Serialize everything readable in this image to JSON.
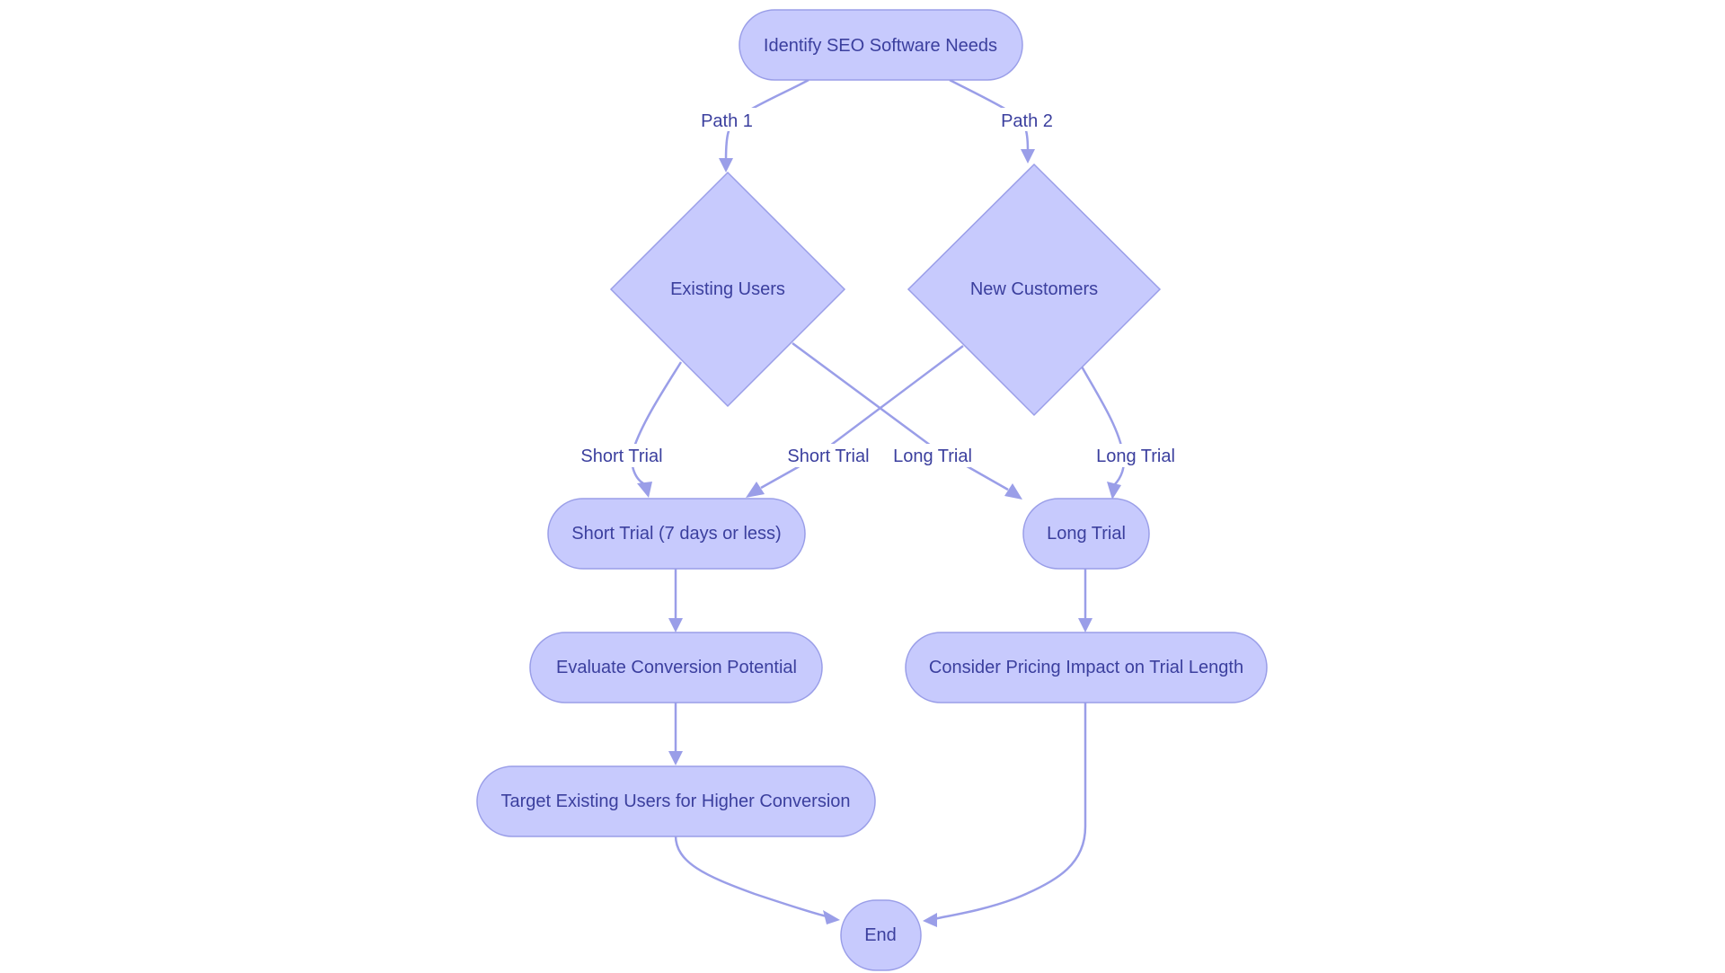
{
  "colors": {
    "node_fill": "#c7cafd",
    "node_stroke": "#9a9ee8",
    "edge": "#9a9ee8",
    "text": "#3b3f9e",
    "background": "#ffffff"
  },
  "nodes": {
    "identify": {
      "label": "Identify SEO Software Needs",
      "shape": "stadium"
    },
    "existing": {
      "label": "Existing Users",
      "shape": "diamond"
    },
    "new_customers": {
      "label": "New Customers",
      "shape": "diamond"
    },
    "short_trial": {
      "label": "Short Trial (7 days or less)",
      "shape": "stadium"
    },
    "long_trial": {
      "label": "Long Trial",
      "shape": "stadium"
    },
    "evaluate": {
      "label": "Evaluate Conversion Potential",
      "shape": "stadium"
    },
    "pricing": {
      "label": "Consider Pricing Impact on Trial Length",
      "shape": "stadium"
    },
    "target": {
      "label": "Target Existing Users for Higher Conversion",
      "shape": "stadium"
    },
    "end": {
      "label": "End",
      "shape": "stadium"
    }
  },
  "edges": {
    "path1": {
      "from": "identify",
      "to": "existing",
      "label": "Path 1"
    },
    "path2": {
      "from": "identify",
      "to": "new_customers",
      "label": "Path 2"
    },
    "existing_short": {
      "from": "existing",
      "to": "short_trial",
      "label": "Short Trial"
    },
    "existing_long": {
      "from": "existing",
      "to": "long_trial",
      "label": "Long Trial"
    },
    "new_short": {
      "from": "new_customers",
      "to": "short_trial",
      "label": "Short Trial"
    },
    "new_long": {
      "from": "new_customers",
      "to": "long_trial",
      "label": "Long Trial"
    },
    "short_evaluate": {
      "from": "short_trial",
      "to": "evaluate",
      "label": ""
    },
    "evaluate_target": {
      "from": "evaluate",
      "to": "target",
      "label": ""
    },
    "target_end": {
      "from": "target",
      "to": "end",
      "label": ""
    },
    "long_pricing": {
      "from": "long_trial",
      "to": "pricing",
      "label": ""
    },
    "pricing_end": {
      "from": "pricing",
      "to": "end",
      "label": ""
    }
  }
}
